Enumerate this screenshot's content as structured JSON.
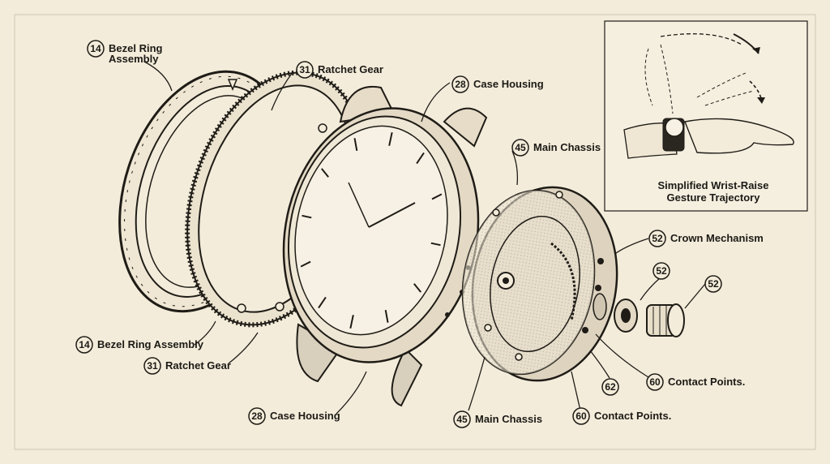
{
  "callouts": [
    {
      "id": "bezel-top",
      "num": "14",
      "lines": [
        "Bezel Ring",
        "Assembly"
      ]
    },
    {
      "id": "ratchet-top",
      "num": "31",
      "lines": [
        "Ratchet Gear"
      ]
    },
    {
      "id": "case-top",
      "num": "28",
      "lines": [
        "Case Housing"
      ]
    },
    {
      "id": "chassis-top",
      "num": "45",
      "lines": [
        "Main Chassis"
      ]
    },
    {
      "id": "crown",
      "num": "52",
      "lines": [
        "Crown Mechanism"
      ]
    },
    {
      "id": "crown-part-a",
      "num": "52",
      "lines": []
    },
    {
      "id": "crown-part-b",
      "num": "52",
      "lines": []
    },
    {
      "id": "bezel-bottom",
      "num": "14",
      "lines": [
        "Bezel Ring Assembly"
      ]
    },
    {
      "id": "ratchet-bottom",
      "num": "31",
      "lines": [
        "Ratchet Gear"
      ]
    },
    {
      "id": "case-bottom",
      "num": "28",
      "lines": [
        "Case Housing"
      ]
    },
    {
      "id": "chassis-bottom",
      "num": "45",
      "lines": [
        "Main Chassis"
      ]
    },
    {
      "id": "contact-bottom",
      "num": "60",
      "lines": [
        "Contact Points."
      ]
    },
    {
      "id": "contact-right",
      "num": "60",
      "lines": [
        "Contact Points."
      ]
    },
    {
      "id": "part-62",
      "num": "62",
      "lines": []
    }
  ],
  "inset": {
    "caption": [
      "Simplified Wrist-Raise",
      "Gesture Trajectory"
    ]
  },
  "colors": {
    "paper": "#f3ecda",
    "ink": "#1f1c17",
    "shade": "#d8cfbd"
  }
}
